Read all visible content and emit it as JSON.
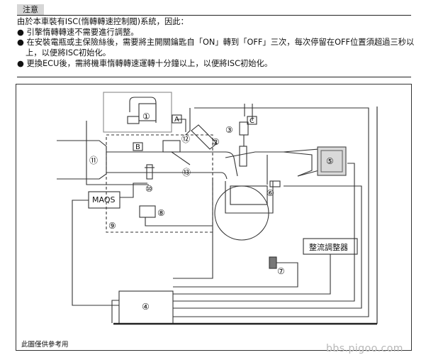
{
  "note": {
    "title": "注意",
    "intro": "由於本車裝有ISC(惰轉轉速控制閥)系統，因此：",
    "bullets": [
      "● 引擎惰轉轉速不需要進行調整。",
      "● 在安裝電瓶或主保險絲後，需要將主開關鑰匙自「ON」轉到「OFF」三次，每次停留在OFF位置須超過三秒以上，以便將ISC初始化。",
      "● 更換ECU後，需將機車惰轉轉速運轉十分鐘以上，以便將ISC初始化。"
    ]
  },
  "diagram": {
    "labels": {
      "A": "A",
      "B": "B",
      "C": "C",
      "maqs": "MAQS",
      "regulator": "整流調整器"
    },
    "numbers": [
      "①",
      "②",
      "③",
      "④",
      "⑤",
      "⑥",
      "⑦",
      "⑧",
      "⑨",
      "⑩",
      "⑪",
      "⑫",
      "⑬"
    ],
    "caption": "此圖僅供參考用"
  },
  "watermark": "bbs.pigoo.com"
}
